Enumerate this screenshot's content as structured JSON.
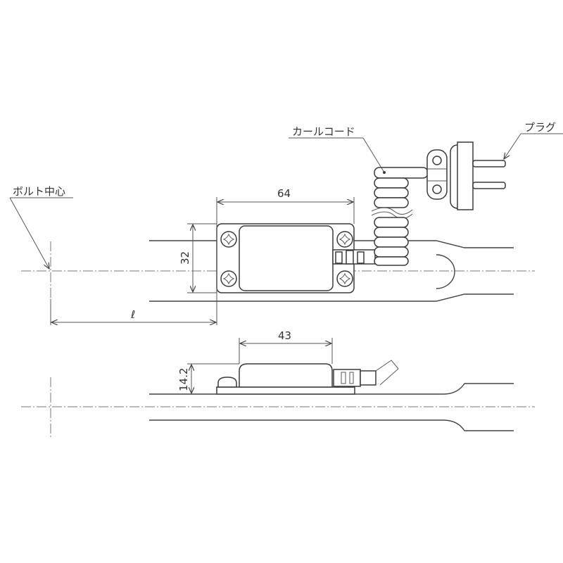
{
  "drawing": {
    "labels": {
      "bolt_center": "ボルト中心",
      "curl_cord": "カールコード",
      "plug": "プラグ"
    },
    "dimensions": {
      "top_width": "64",
      "top_height": "32",
      "offset_length": "ℓ",
      "side_width": "43",
      "side_height": "14.2"
    },
    "colors": {
      "line": "#444444",
      "centerline": "#777777",
      "background": "#ffffff"
    }
  }
}
